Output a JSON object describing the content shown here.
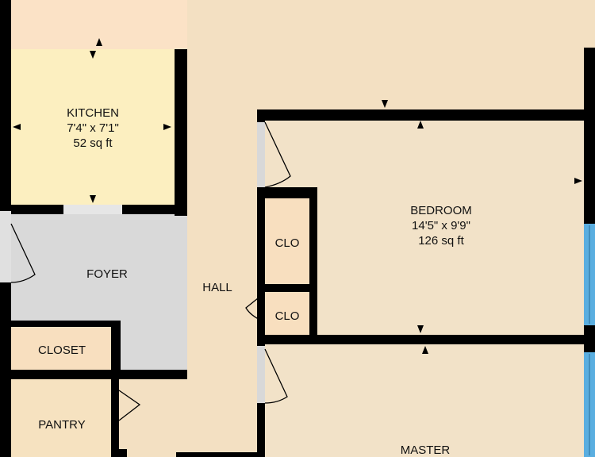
{
  "colors": {
    "kitchen": "#fcefc0",
    "living": "#f3e0c2",
    "top_left": "#fbe2c6",
    "bedroom": "#f2e2c8",
    "master": "#f2e2c8",
    "hall": "#f3e0c2",
    "foyer": "#d9d9d9",
    "closet": "#f8dfbf",
    "clo": "#f8dfbf",
    "pantry": "#f6e2c0",
    "window": "#5aaee0",
    "wall": "#000000"
  },
  "rooms": {
    "kitchen": {
      "name": "KITCHEN",
      "dimensions": "7'4\" x 7'1\"",
      "area": "52 sq ft"
    },
    "bedroom": {
      "name": "BEDROOM",
      "dimensions": "14'5\" x 9'9\"",
      "area": "126 sq ft"
    },
    "foyer": {
      "name": "FOYER"
    },
    "hall": {
      "name": "HALL"
    },
    "closet": {
      "name": "CLOSET"
    },
    "clo_upper": {
      "name": "CLO"
    },
    "clo_lower": {
      "name": "CLO"
    },
    "pantry": {
      "name": "PANTRY"
    },
    "master": {
      "name": "MASTER"
    }
  }
}
